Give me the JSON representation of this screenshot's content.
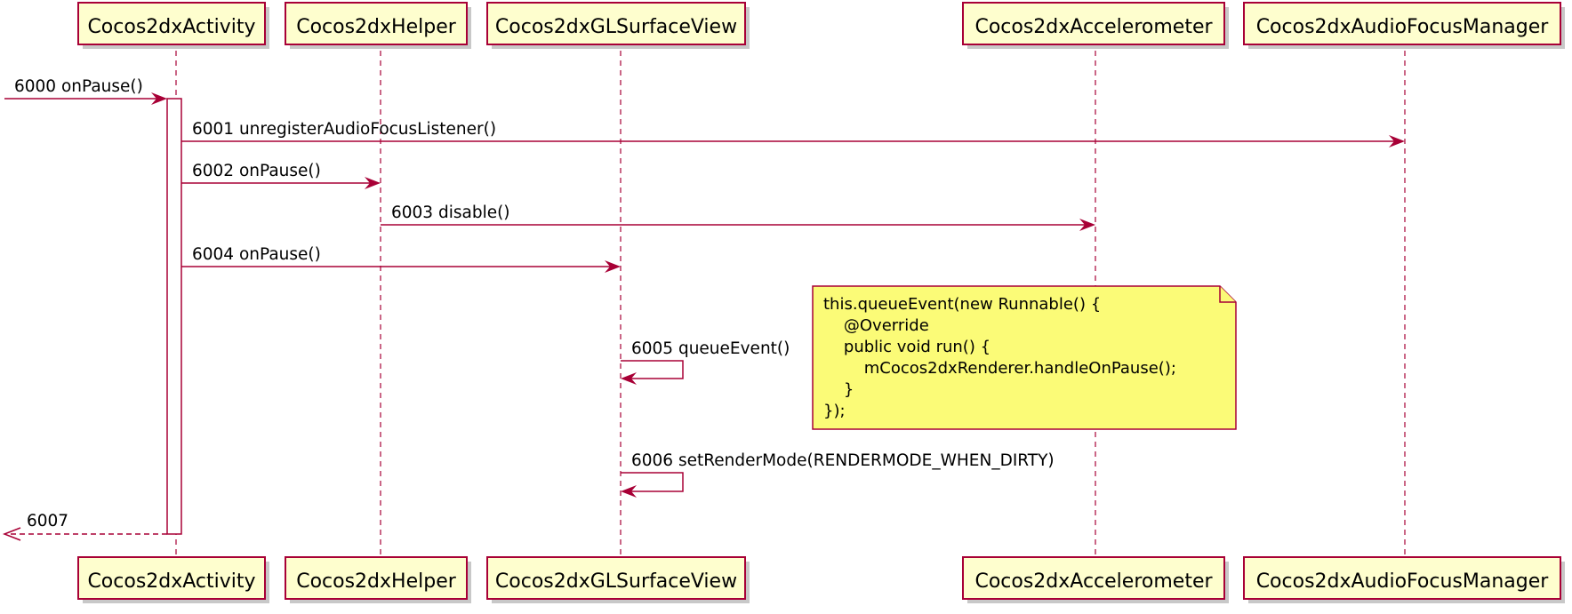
{
  "participants": [
    {
      "id": "activity",
      "label": "Cocos2dxActivity"
    },
    {
      "id": "helper",
      "label": "Cocos2dxHelper"
    },
    {
      "id": "glsurface",
      "label": "Cocos2dxGLSurfaceView"
    },
    {
      "id": "accelerometer",
      "label": "Cocos2dxAccelerometer"
    },
    {
      "id": "audiofocus",
      "label": "Cocos2dxAudioFocusManager"
    }
  ],
  "messages": [
    {
      "id": "m6000",
      "label": "6000 onPause()",
      "from": "external",
      "to": "activity",
      "style": "solid"
    },
    {
      "id": "m6001",
      "label": "6001 unregisterAudioFocusListener()",
      "from": "activity",
      "to": "audiofocus",
      "style": "solid"
    },
    {
      "id": "m6002",
      "label": "6002 onPause()",
      "from": "activity",
      "to": "helper",
      "style": "solid"
    },
    {
      "id": "m6003",
      "label": "6003 disable()",
      "from": "helper",
      "to": "accelerometer",
      "style": "solid"
    },
    {
      "id": "m6004",
      "label": "6004 onPause()",
      "from": "activity",
      "to": "glsurface",
      "style": "solid"
    },
    {
      "id": "m6005",
      "label": "6005 queueEvent()",
      "from": "glsurface",
      "to": "glsurface",
      "style": "self"
    },
    {
      "id": "m6006",
      "label": "6006 setRenderMode(RENDERMODE_WHEN_DIRTY)",
      "from": "glsurface",
      "to": "glsurface",
      "style": "self"
    },
    {
      "id": "m6007",
      "label": "6007",
      "from": "activity",
      "to": "external",
      "style": "dashed"
    }
  ],
  "note": {
    "lines": [
      "this.queueEvent(new Runnable() {",
      "    @Override",
      "    public void run() {",
      "        mCocos2dxRenderer.handleOnPause();",
      "    }",
      "});"
    ]
  },
  "colors": {
    "line": "#A80036",
    "participant_fill": "#FEFECE",
    "note_fill": "#FBFB77"
  }
}
